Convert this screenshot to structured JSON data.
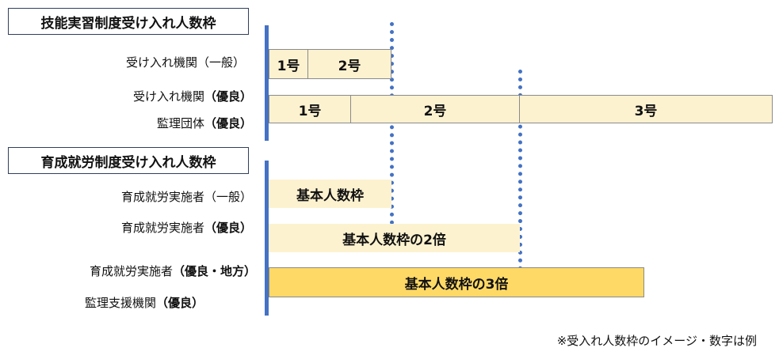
{
  "sections": {
    "technical": "技能実習制度受け入れ人数枠",
    "development": "育成就労制度受け入れ人数枠"
  },
  "labels": {
    "general_org": "受け入れ機関（一般）",
    "excellent_org_prefix": "受け入れ機関",
    "excellent_suffix": "（優良）",
    "supervising_prefix": "監理団体",
    "dev_general": "育成就労実施者（一般）",
    "dev_prefix": "育成就労実施者",
    "dev_excellent_suffix": "（優良）",
    "dev_regional_suffix": "（優良・地方）",
    "support_prefix": "監理支援機関",
    "support_suffix": "（優良）"
  },
  "bars": {
    "g1": "1号",
    "g2": "2号",
    "e1": "1号",
    "e2": "2号",
    "e3": "3号",
    "base": "基本人数枠",
    "double": "基本人数枠の2倍",
    "triple": "基本人数枠の3倍"
  },
  "note": "※受入れ人数枠のイメージ・数字は例",
  "colors": {
    "axis": "#4472c4",
    "bar_light": "#fdf2d0",
    "bar_gold": "#ffd966"
  }
}
